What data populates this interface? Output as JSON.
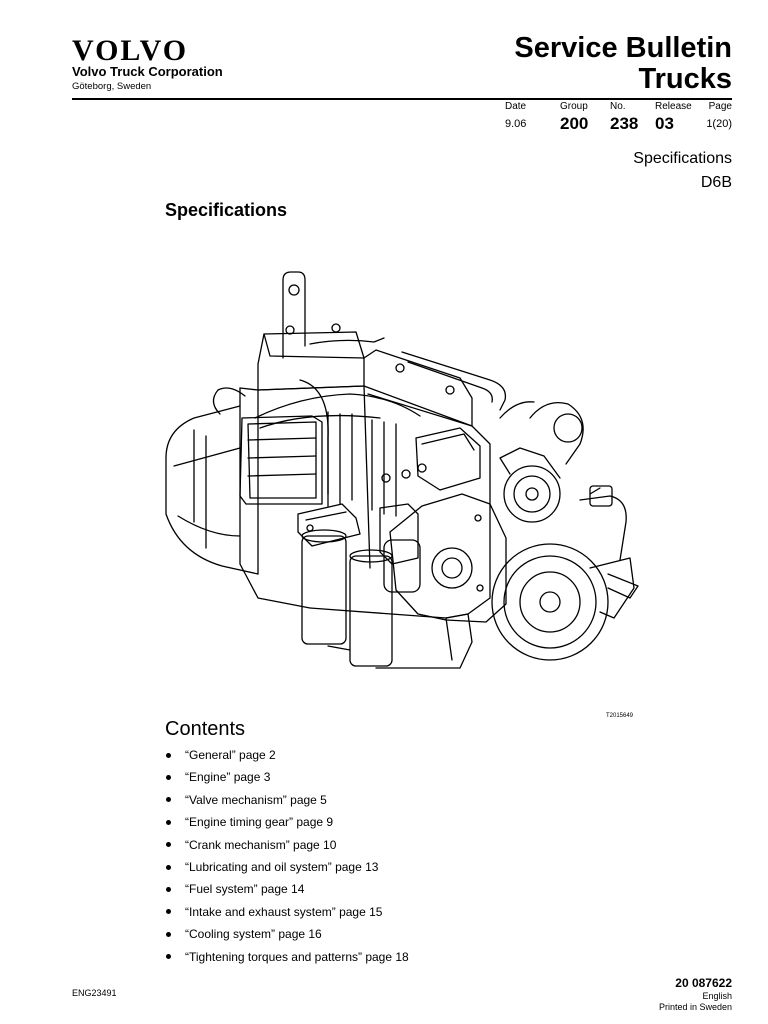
{
  "header": {
    "logo_text": "VOLVO",
    "corporation": "Volvo Truck Corporation",
    "city": "Göteborg, Sweden",
    "title_line1": "Service Bulletin",
    "title_line2": "Trucks"
  },
  "meta": {
    "date_label": "Date",
    "date_value": "9.06",
    "group_label": "Group",
    "group_value": "200",
    "no_label": "No.",
    "no_value": "238",
    "release_label": "Release",
    "release_value": "03",
    "page_label": "Page",
    "page_value": "1(20)"
  },
  "subject": {
    "line1": "Specifications",
    "line2": "D6B"
  },
  "section_heading": "Specifications",
  "figure": {
    "subject": "engine-illustration",
    "code": "T2015649"
  },
  "contents": {
    "heading": "Contents",
    "items": [
      "“General” page 2",
      "“Engine” page 3",
      "“Valve mechanism” page 5",
      "“Engine timing gear” page 9",
      "“Crank mechanism” page 10",
      "“Lubricating and oil system” page 13",
      "“Fuel system” page 14",
      "“Intake and exhaust system” page 15",
      "“Cooling system” page 16",
      "“Tightening torques and patterns” page 18"
    ]
  },
  "footer": {
    "doc_code": "ENG23491",
    "part_number": "20 087622",
    "language": "English",
    "printed": "Printed in Sweden"
  }
}
